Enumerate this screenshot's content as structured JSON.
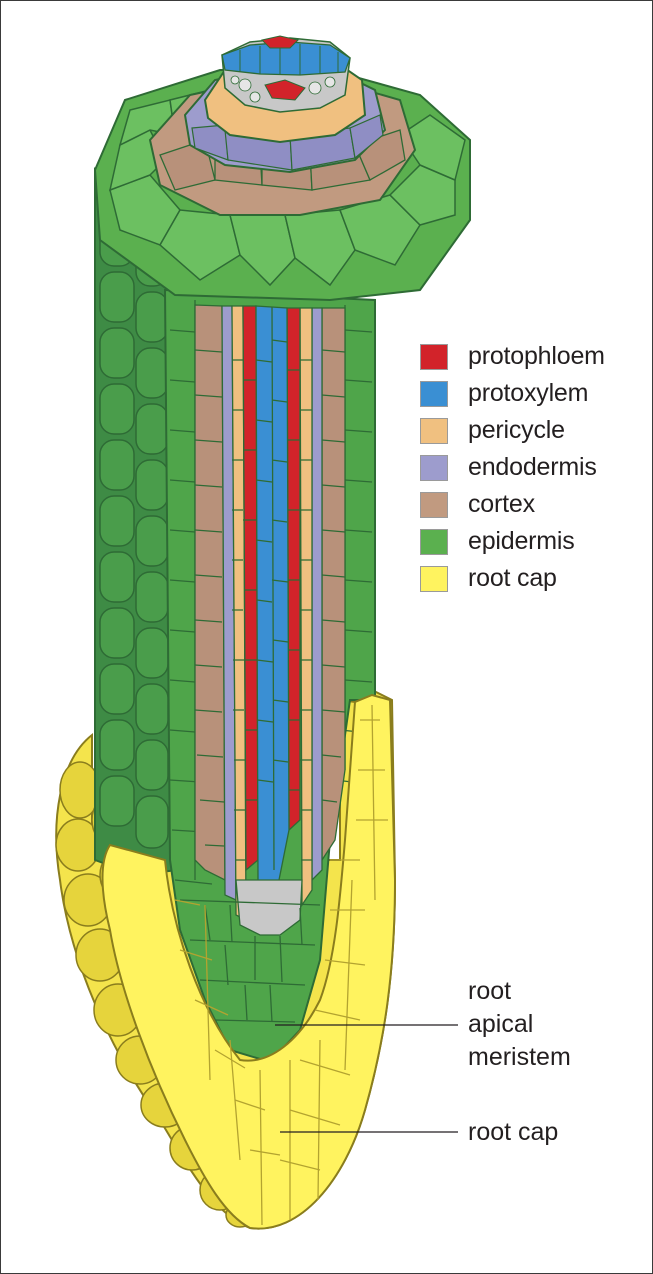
{
  "legend": [
    {
      "label": "protophloem",
      "color": "#d2232a"
    },
    {
      "label": "protoxylem",
      "color": "#3a8fd3"
    },
    {
      "label": "pericycle",
      "color": "#f0c080"
    },
    {
      "label": "endodermis",
      "color": "#9d9ccd"
    },
    {
      "label": "cortex",
      "color": "#c19a80"
    },
    {
      "label": "epidermis",
      "color": "#5bb04f"
    },
    {
      "label": "root cap",
      "color": "#fff35f"
    }
  ],
  "callouts": {
    "meristem": {
      "lines": [
        "root",
        "apical",
        "meristem"
      ]
    },
    "rootcap": {
      "lines": [
        "root cap"
      ]
    }
  },
  "colors": {
    "outline": "#2e6b35",
    "stem_dark": "#3e8b45",
    "stem_mid": "#4fa54a",
    "cap_light": "#fff35f",
    "cap_dark": "#c9b83a",
    "grey_cells": "#c8c8c8"
  }
}
